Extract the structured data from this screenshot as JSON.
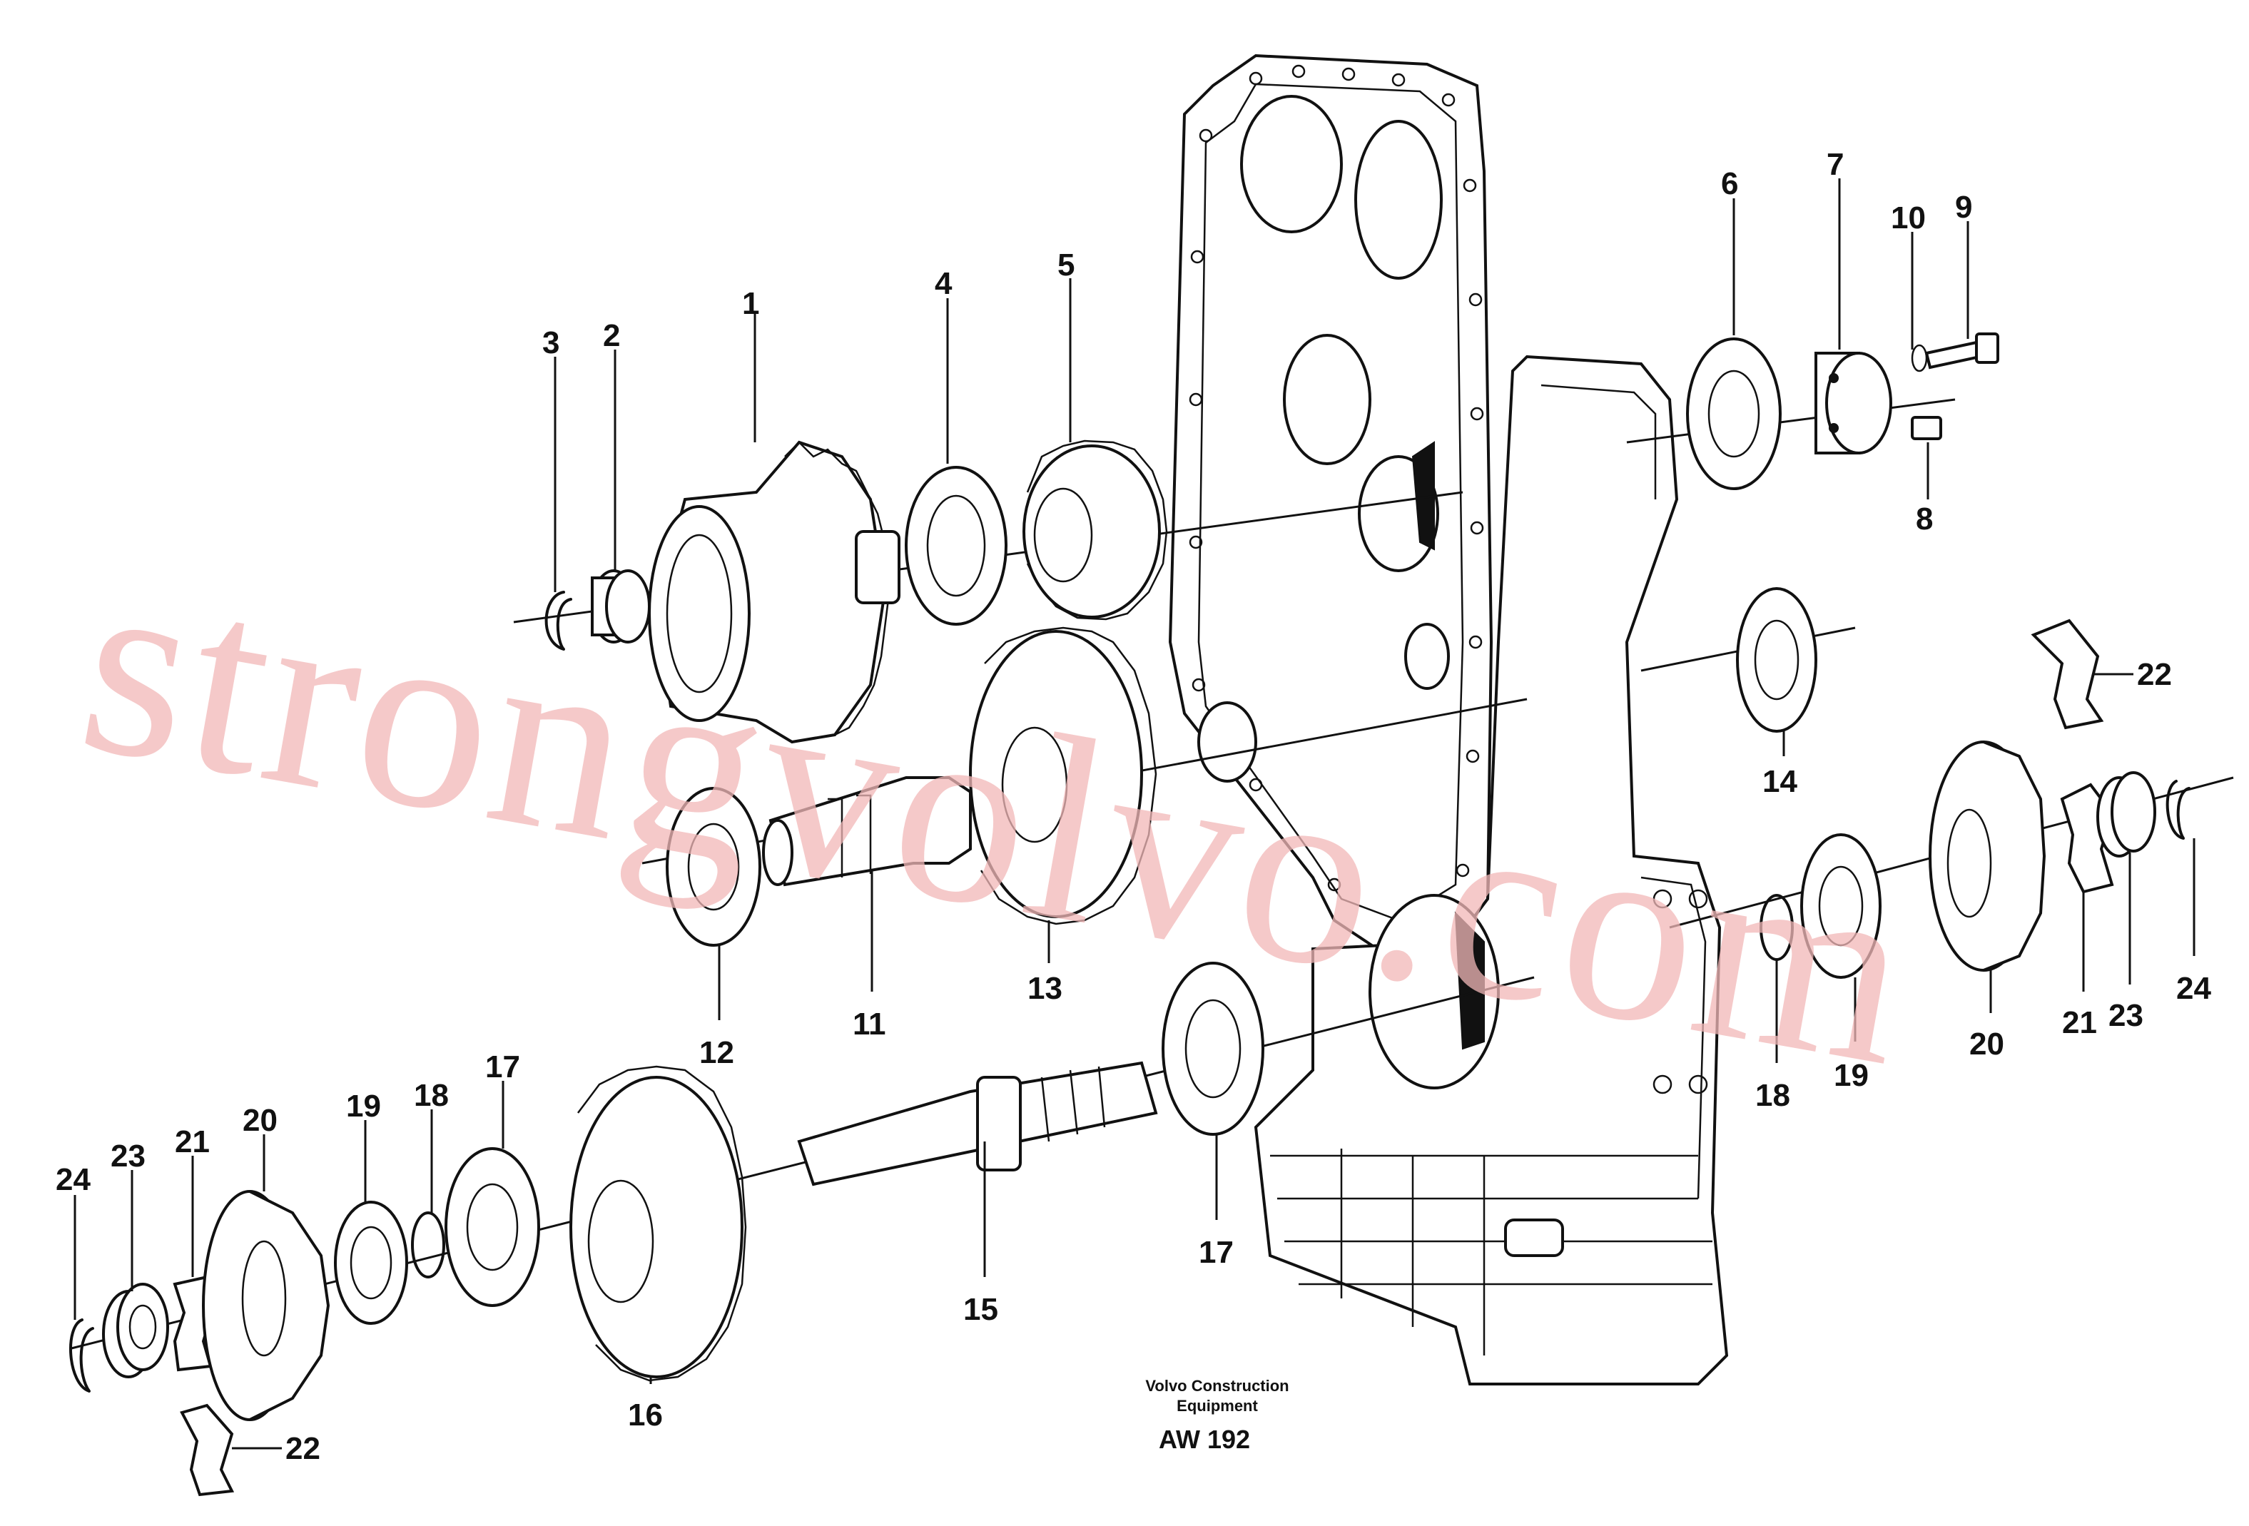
{
  "watermark": "strongvolvo.com",
  "caption": {
    "line1": "Volvo Construction",
    "line2": "Equipment",
    "code": "AW 192"
  },
  "callouts": [
    "1",
    "2",
    "3",
    "4",
    "5",
    "6",
    "7",
    "8",
    "9",
    "10",
    "11",
    "12",
    "13",
    "14",
    "15",
    "16",
    "17",
    "17",
    "18",
    "18",
    "19",
    "19",
    "20",
    "20",
    "21",
    "21",
    "22",
    "22",
    "23",
    "23",
    "24",
    "24"
  ]
}
